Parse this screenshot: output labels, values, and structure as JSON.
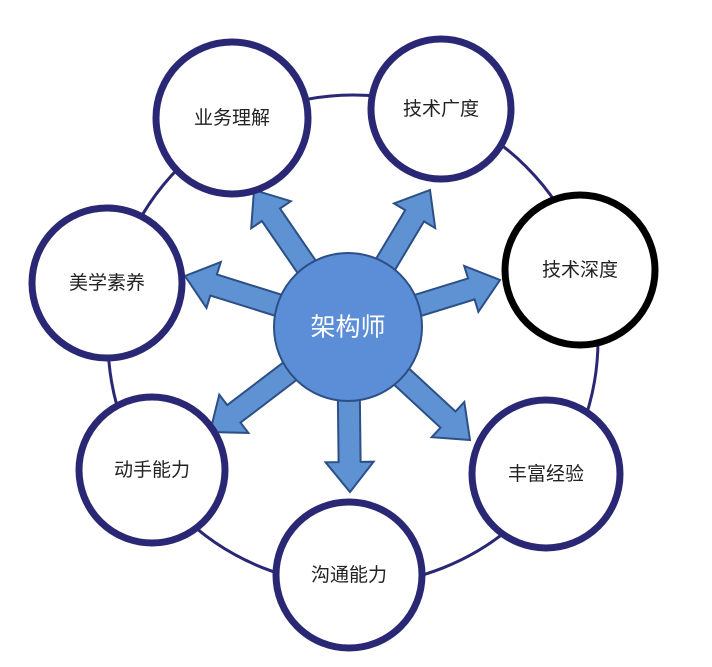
{
  "center": {
    "label": "架构师"
  },
  "nodes": [
    {
      "id": "business-understanding",
      "label": "业务理解",
      "highlight": false
    },
    {
      "id": "tech-breadth",
      "label": "技术广度",
      "highlight": false
    },
    {
      "id": "tech-depth",
      "label": "技术深度",
      "highlight": true
    },
    {
      "id": "rich-experience",
      "label": "丰富经验",
      "highlight": false
    },
    {
      "id": "communication",
      "label": "沟通能力",
      "highlight": false
    },
    {
      "id": "hands-on",
      "label": "动手能力",
      "highlight": false
    },
    {
      "id": "aesthetics",
      "label": "美学素养",
      "highlight": false
    }
  ],
  "colors": {
    "node_border": "#2a2874",
    "highlight_border": "#000000",
    "orbit": "#2a2874",
    "center_fill": "#5b8ed6",
    "center_stroke": "#2c4f86",
    "arrow_fill": "#5f92d3",
    "arrow_stroke": "#2c4f86"
  }
}
